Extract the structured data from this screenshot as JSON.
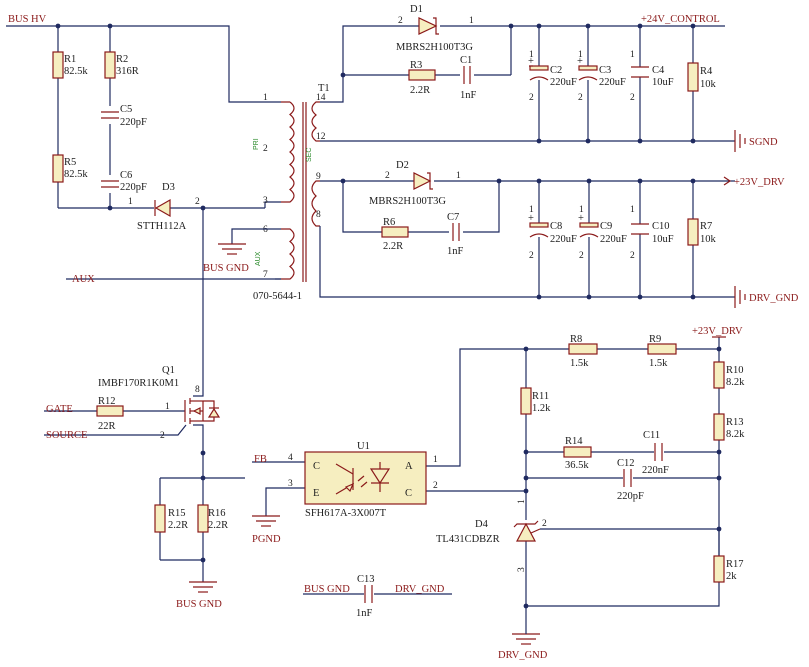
{
  "nets": {
    "bus_hv": "BUS HV",
    "plus24v_control": "+24V_CONTROL",
    "sgnd": "SGND",
    "plus23v_drv": "+23V_DRV",
    "drv_gnd": "DRV_GND",
    "bus_gnd": "BUS GND",
    "aux": "AUX",
    "gate": "GATE",
    "source": "SOURCE",
    "fb": "FB",
    "pgnd": "PGND",
    "plus23v_drv_2": "+23V_DRV",
    "bus_gnd_2": "BUS GND",
    "drv_gnd_2": "DRV_GND",
    "bus_gnd_3": "BUS GND",
    "drv_gnd_3": "DRV_GND"
  },
  "components": {
    "r1": {
      "ref": "R1",
      "value": "82.5k"
    },
    "r2": {
      "ref": "R2",
      "value": "316R"
    },
    "r3": {
      "ref": "R3",
      "value": "2.2R"
    },
    "r4": {
      "ref": "R4",
      "value": "10k"
    },
    "r5": {
      "ref": "R5",
      "value": "82.5k"
    },
    "r6": {
      "ref": "R6",
      "value": "2.2R"
    },
    "r7": {
      "ref": "R7",
      "value": "10k"
    },
    "r8": {
      "ref": "R8",
      "value": "1.5k"
    },
    "r9": {
      "ref": "R9",
      "value": "1.5k"
    },
    "r10": {
      "ref": "R10",
      "value": "8.2k"
    },
    "r11": {
      "ref": "R11",
      "value": "1.2k"
    },
    "r12": {
      "ref": "R12",
      "value": "22R"
    },
    "r13": {
      "ref": "R13",
      "value": "8.2k"
    },
    "r14": {
      "ref": "R14",
      "value": "36.5k"
    },
    "r15": {
      "ref": "R15",
      "value": "2.2R"
    },
    "r16": {
      "ref": "R16",
      "value": "2.2R"
    },
    "r17": {
      "ref": "R17",
      "value": "2k"
    },
    "c1": {
      "ref": "C1",
      "value": "1nF"
    },
    "c2": {
      "ref": "C2",
      "value": "220uF"
    },
    "c3": {
      "ref": "C3",
      "value": "220uF"
    },
    "c4": {
      "ref": "C4",
      "value": "10uF"
    },
    "c5": {
      "ref": "C5",
      "value": "220pF"
    },
    "c6": {
      "ref": "C6",
      "value": "220pF"
    },
    "c7": {
      "ref": "C7",
      "value": "1nF"
    },
    "c8": {
      "ref": "C8",
      "value": "220uF"
    },
    "c9": {
      "ref": "C9",
      "value": "220uF"
    },
    "c10": {
      "ref": "C10",
      "value": "10uF"
    },
    "c11": {
      "ref": "C11",
      "value": "220nF"
    },
    "c12": {
      "ref": "C12",
      "value": "220pF"
    },
    "c13": {
      "ref": "C13",
      "value": "1nF"
    },
    "d1": {
      "ref": "D1",
      "value": "MBRS2H100T3G"
    },
    "d2": {
      "ref": "D2",
      "value": "MBRS2H100T3G"
    },
    "d3": {
      "ref": "D3",
      "value": "STTH112A"
    },
    "d4": {
      "ref": "D4",
      "value": "TL431CDBZR"
    },
    "q1": {
      "ref": "Q1",
      "value": "IMBF170R1K0M1"
    },
    "t1": {
      "ref": "T1",
      "value": "070-5644-1",
      "pri": "PRI",
      "sec": "SEC",
      "aux": "AUX"
    },
    "u1": {
      "ref": "U1",
      "value": "SFH617A-3X007T",
      "pin_c1": "C",
      "pin_e": "E",
      "pin_a": "A",
      "pin_c2": "C"
    }
  },
  "pins": [
    "1",
    "2",
    "3",
    "4",
    "6",
    "7",
    "8",
    "9",
    "12",
    "14"
  ]
}
